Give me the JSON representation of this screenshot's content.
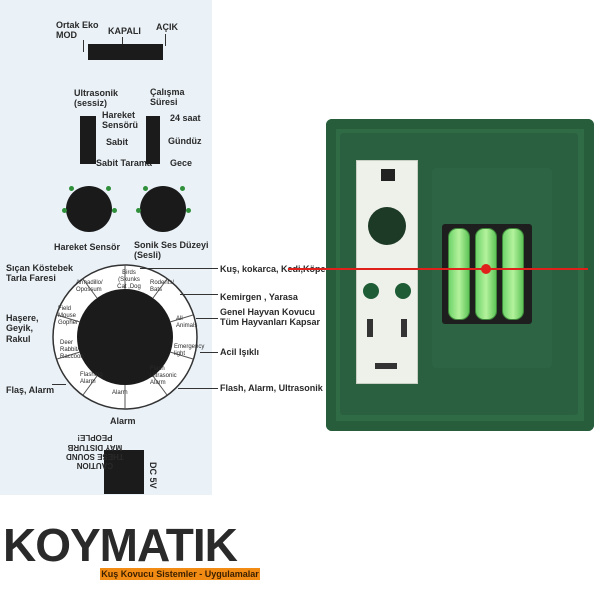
{
  "mode_switch": {
    "eco_mode": "Ortak Eko\nMOD",
    "off": "KAPALI",
    "on": "AÇIK"
  },
  "sensor_switch": {
    "title": "Ultrasonik\n(sessiz)",
    "motion": "Hareket\nSensörü",
    "fixed": "Sabit",
    "fixed_sweep": "Sabit Tarama"
  },
  "time_switch": {
    "title": "Çalışma\nSüresi",
    "h24": "24 saat",
    "day": "Gündüz",
    "night": "Gece"
  },
  "knobs": {
    "motion_sensor": "Hareket Sensör",
    "sound_level": "Sonik Ses Düzeyi\n(Sesli)"
  },
  "dial": {
    "segments": [
      "Birds\n(Skunks\nCat ,Dog",
      "Rodents/\nBats",
      "All\nAnimals",
      "Emergency\nlight",
      "Flash\nUltrasonic\nAlarm",
      "Alarm",
      "Flashing\nAlarm",
      "Deer\nRabbit/\nRaccoon",
      "Field\nMouse\nGopher",
      "Armadillo/\nOpossum"
    ],
    "left_labels": [
      "Sıçan Köstebek\nTarla Faresi",
      "Haşere,\nGeyik,\nRakul",
      "Flaş, Alarm"
    ],
    "right_labels": [
      "Kuş, kokarca, Kedi,Köpek",
      "Kemirgen , Yarasa",
      "Genel Hayvan Kovucu\nTüm Hayvanları Kapsar",
      "Acil Işıklı",
      "Flash, Alarm, Ultrasonik"
    ],
    "bottom_label": "Alarm"
  },
  "caution": {
    "text": "CAUTION\nTHESE SOUND\nMAY DISTURB\nPEOPLE!",
    "power": "DC 5V"
  },
  "brand": {
    "logo": "KOYMATIK",
    "tagline": "Kuş Kovucu Sistemler - Uygulamalar"
  },
  "colors": {
    "accent": "#f28b13",
    "device_green": "#2f6b45",
    "indicator_red": "#e0201a"
  }
}
